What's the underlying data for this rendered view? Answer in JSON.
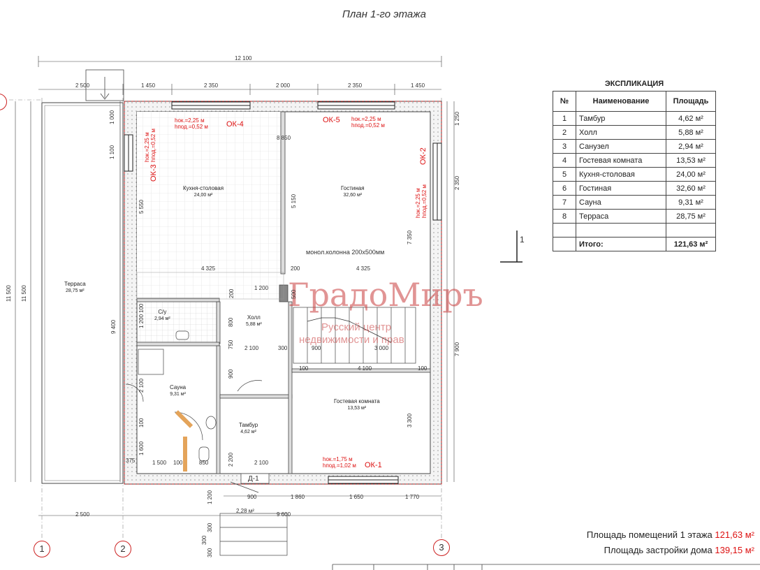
{
  "title": "План  1-го этажа",
  "explication": {
    "heading": "ЭКСПЛИКАЦИЯ",
    "col_no": "№",
    "col_name": "Наименование",
    "col_area": "Площадь",
    "rows": [
      {
        "no": "1",
        "name": "Тамбур",
        "area": "4,62 м²"
      },
      {
        "no": "2",
        "name": "Холл",
        "area": "5,88 м²"
      },
      {
        "no": "3",
        "name": "Санузел",
        "area": "2,94 м²"
      },
      {
        "no": "4",
        "name": "Гостевая комната",
        "area": "13,53 м²"
      },
      {
        "no": "5",
        "name": "Кухня-столовая",
        "area": "24,00 м²"
      },
      {
        "no": "6",
        "name": "Гостиная",
        "area": "32,60 м²"
      },
      {
        "no": "7",
        "name": "Сауна",
        "area": "9,31 м²"
      },
      {
        "no": "8",
        "name": "Терраса",
        "area": "28,75 м²"
      }
    ],
    "total_label": "Итого:",
    "total_value": "121,63 м²"
  },
  "rooms": {
    "kitchen": {
      "name": "Кухня-столовая",
      "area": "24,00 м²"
    },
    "living": {
      "name": "Гостиная",
      "area": "32,60 м²"
    },
    "terrace": {
      "name": "Терраса",
      "area": "28,75 м²"
    },
    "wc": {
      "name": "С/у",
      "area": "2,94 м²"
    },
    "hall": {
      "name": "Холл",
      "area": "5,88 м²"
    },
    "sauna": {
      "name": "Сауна",
      "area": "9,31 м²"
    },
    "tambur": {
      "name": "Тамбур",
      "area": "4,62 м²"
    },
    "guest": {
      "name": "Гостевая комната",
      "area": "13,53 м²"
    },
    "porch": {
      "area": "2,28 м²"
    }
  },
  "windows": {
    "ok1": {
      "tag": "ОК-1",
      "h1": "hок.=1,75 м",
      "h2": "hпод.=1,02 м"
    },
    "ok2": {
      "tag": "ОК-2",
      "h1": "hок.=2,25 м",
      "h2": "hпод.=0,52 м"
    },
    "ok3": {
      "tag": "ОК-3",
      "h1": "hок.=2,25 м",
      "h2": "hпод.=0,52 м"
    },
    "ok4": {
      "tag": "ОК-4",
      "h1": "hок.=2,25 м",
      "h2": "hпод.=0,52 м"
    },
    "ok5": {
      "tag": "ОК-5",
      "h1": "hок.=2,25 м",
      "h2": "hпод.=0,52 м"
    }
  },
  "door_tag": "Д-1",
  "column_note": "монол.колонна 200х500мм",
  "section_mark": "1",
  "axes": [
    "1",
    "2",
    "3"
  ],
  "dims": {
    "top_total": "12 100",
    "top_2500": "2 500",
    "top_1450a": "1 450",
    "top_2350a": "2 350",
    "top_2000": "2 000",
    "top_2350b": "2 350",
    "top_1450b": "1 450",
    "left_11500a": "11 500",
    "left_11500b": "11 500",
    "left_1000": "1 000",
    "left_1100": "1 100",
    "left_5550": "5 550",
    "left_9400": "9 400",
    "right_1250": "1 250",
    "right_2350": "2 350",
    "right_7350": "7 350",
    "right_7900": "7 900",
    "right_3300": "3 300",
    "in_8850": "8 850",
    "in_5150": "5 150",
    "in_4325a": "4 325",
    "in_4325b": "4 325",
    "in_200a": "200",
    "in_1200": "1 200",
    "in_200b": "200",
    "in_500": "500",
    "in_2100a": "2 100",
    "in_300": "300",
    "in_900a": "900",
    "in_3000": "3 000",
    "in_100a": "100",
    "in_4100": "4 100",
    "in_100b": "100",
    "in_1200b": "1 200",
    "in_800": "800",
    "in_750": "750",
    "in_900b": "900",
    "in_2100b": "2 100",
    "in_2200": "2 200",
    "in_2100c": "2 100",
    "in_100c": "100",
    "in_1600": "1 600",
    "in_375": "375",
    "in_1500": "1 500",
    "in_100d": "100",
    "in_850": "850",
    "in_100e": "100",
    "bot_900": "900",
    "bot_1860": "1 860",
    "bot_1650": "1 650",
    "bot_1770": "1 770",
    "bot_2500": "2 500",
    "bot_9600": "9 600",
    "bot_1200": "1 200",
    "bot_300a": "300",
    "bot_300b": "300",
    "bot_300c": "300"
  },
  "watermark": {
    "brand": "ГрадоМиръ",
    "line1": "Русский центр",
    "line2": "недвижимости и прав"
  },
  "summary": {
    "rooms_label": "Площадь помещений 1 этажа",
    "rooms_value": "121,63 м²",
    "build_label": "Площадь застройки дома",
    "build_value": "139,15 м²"
  }
}
